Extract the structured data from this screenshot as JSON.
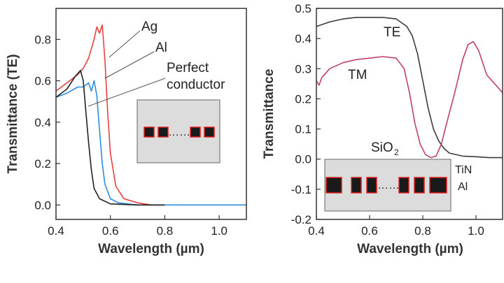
{
  "colors": {
    "ag": "#e8403f",
    "al": "#2a8ee0",
    "perfect": "#222222",
    "te": "#3a3a3a",
    "tm": "#c0406a",
    "inset_bg": "#dcdcdc",
    "block": "#1a1a1a",
    "block_outline": "#e02020"
  },
  "chart_data": [
    {
      "type": "line",
      "xlabel": "Wavelength (µm)",
      "ylabel": "Transmittance (TE)",
      "xlim": [
        0.4,
        1.1
      ],
      "ylim": [
        -0.07,
        0.95
      ],
      "xticks": [
        0.4,
        0.6,
        0.8,
        1.0
      ],
      "xtick_labels": [
        "0.4",
        "0.6",
        "0.8",
        "1.0"
      ],
      "yticks": [
        0.0,
        0.2,
        0.4,
        0.6,
        0.8
      ],
      "ytick_labels": [
        "0.0",
        "0.2",
        "0.4",
        "0.6",
        "0.8"
      ],
      "grid": false,
      "annotations": [
        "Ag",
        "Al",
        "Perfect",
        "conductor"
      ],
      "inset": {
        "separator": "……"
      },
      "series": [
        {
          "name": "Ag",
          "color_key": "ag",
          "x": [
            0.4,
            0.44,
            0.48,
            0.5,
            0.52,
            0.54,
            0.55,
            0.56,
            0.57,
            0.58,
            0.59,
            0.6,
            0.62,
            0.65,
            0.7,
            0.75,
            0.8
          ],
          "y": [
            0.55,
            0.59,
            0.63,
            0.66,
            0.71,
            0.8,
            0.86,
            0.83,
            0.87,
            0.7,
            0.45,
            0.25,
            0.09,
            0.03,
            0.01,
            0.0,
            0.0
          ]
        },
        {
          "name": "Al",
          "color_key": "al",
          "x": [
            0.4,
            0.44,
            0.48,
            0.5,
            0.52,
            0.53,
            0.54,
            0.55,
            0.56,
            0.57,
            0.58,
            0.6,
            0.63,
            0.7,
            0.8,
            1.1
          ],
          "y": [
            0.52,
            0.54,
            0.57,
            0.57,
            0.59,
            0.55,
            0.6,
            0.53,
            0.36,
            0.2,
            0.1,
            0.03,
            0.01,
            0.0,
            0.0,
            0.0
          ]
        },
        {
          "name": "Perfect conductor",
          "color_key": "perfect",
          "x": [
            0.4,
            0.44,
            0.47,
            0.49,
            0.5,
            0.51,
            0.52,
            0.53,
            0.54,
            0.56,
            0.6,
            0.7,
            0.8
          ],
          "y": [
            0.52,
            0.56,
            0.62,
            0.65,
            0.6,
            0.45,
            0.3,
            0.17,
            0.08,
            0.03,
            0.005,
            0.0,
            0.0
          ]
        }
      ]
    },
    {
      "type": "line",
      "xlabel": "Wavelength (µm)",
      "ylabel": "Transmittance",
      "xlim": [
        0.4,
        1.1
      ],
      "ylim": [
        -0.2,
        0.5
      ],
      "xticks": [
        0.4,
        0.6,
        0.8,
        1.0
      ],
      "xtick_labels": [
        "0.4",
        "0.6",
        "0.8",
        "1.0"
      ],
      "yticks": [
        -0.2,
        -0.1,
        0.0,
        0.1,
        0.2,
        0.3,
        0.4,
        0.5
      ],
      "ytick_labels": [
        "-0.2",
        "-0.1",
        "0.0",
        "0.1",
        "0.2",
        "0.3",
        "0.4",
        "0.5"
      ],
      "grid": false,
      "annotations": [
        "TE",
        "TM",
        "SiO",
        "2",
        "TiN",
        "Al"
      ],
      "inset": {
        "separator": "……"
      },
      "series": [
        {
          "name": "TE",
          "color_key": "te",
          "x": [
            0.4,
            0.45,
            0.5,
            0.55,
            0.6,
            0.65,
            0.7,
            0.74,
            0.76,
            0.78,
            0.8,
            0.82,
            0.84,
            0.86,
            0.88,
            0.9,
            0.95,
            1.0,
            1.05,
            1.1
          ],
          "y": [
            0.44,
            0.455,
            0.465,
            0.47,
            0.47,
            0.47,
            0.465,
            0.44,
            0.41,
            0.35,
            0.26,
            0.17,
            0.1,
            0.06,
            0.035,
            0.02,
            0.01,
            0.008,
            0.005,
            0.005
          ]
        },
        {
          "name": "TM",
          "color_key": "tm",
          "x": [
            0.4,
            0.41,
            0.42,
            0.45,
            0.5,
            0.55,
            0.6,
            0.65,
            0.7,
            0.73,
            0.75,
            0.77,
            0.79,
            0.81,
            0.83,
            0.85,
            0.87,
            0.89,
            0.92,
            0.95,
            0.97,
            0.99,
            1.01,
            1.04,
            1.08,
            1.1
          ],
          "y": [
            0.26,
            0.245,
            0.27,
            0.3,
            0.32,
            0.33,
            0.335,
            0.34,
            0.335,
            0.3,
            0.22,
            0.12,
            0.05,
            0.015,
            0.005,
            0.01,
            0.05,
            0.12,
            0.22,
            0.33,
            0.38,
            0.39,
            0.36,
            0.28,
            0.24,
            0.22
          ]
        }
      ]
    }
  ]
}
